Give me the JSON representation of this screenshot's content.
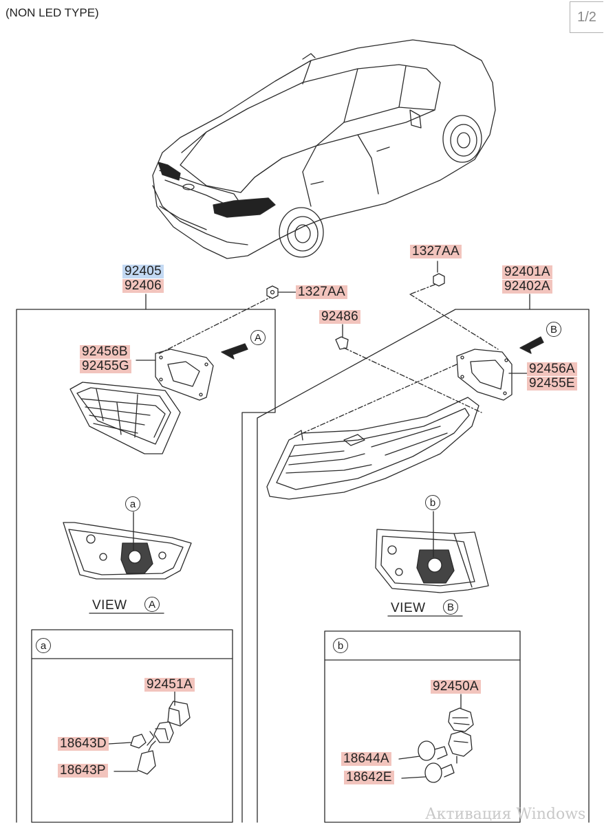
{
  "header": {
    "title": "(NON LED TYPE)",
    "page_indicator": "1/2"
  },
  "labels": {
    "left_assembly_1": "92405",
    "left_assembly_2": "92406",
    "left_clip": "1327AA",
    "left_gasket_1": "92456B",
    "left_gasket_2": "92455G",
    "top_clip": "1327AA",
    "grommet": "92486",
    "right_assembly_1": "92401A",
    "right_assembly_2": "92402A",
    "right_gasket_1": "92456A",
    "right_gasket_2": "92455E",
    "socket_a": "92451A",
    "bulb_a1": "18643D",
    "bulb_a2": "18643P",
    "socket_b": "92450A",
    "bulb_b1": "18644A",
    "bulb_b2": "18642E"
  },
  "markers": {
    "A": "A",
    "B": "B",
    "a": "a",
    "b": "b"
  },
  "views": {
    "view_word": "VIEW"
  },
  "watermark": "Активация Windows"
}
